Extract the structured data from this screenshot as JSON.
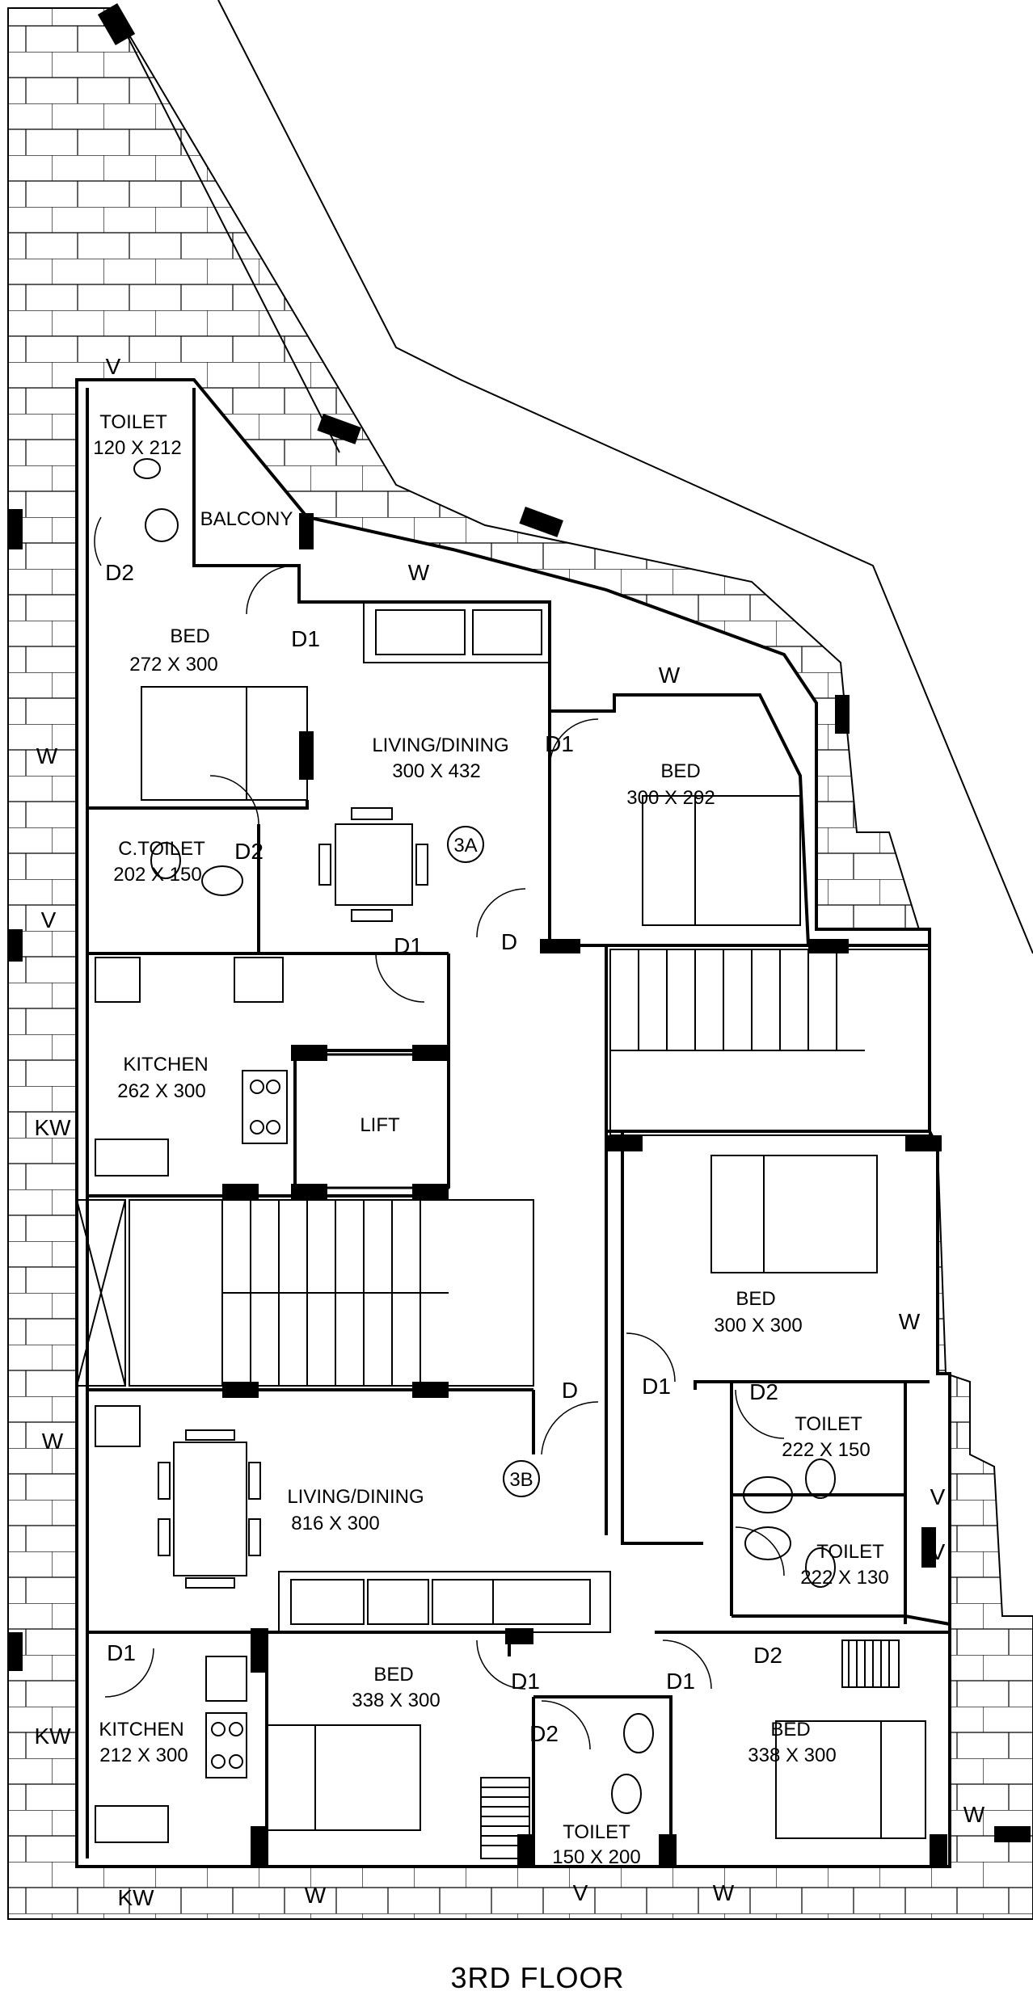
{
  "title": "3RD FLOOR",
  "units": [
    {
      "label": "3A"
    },
    {
      "label": "3B"
    }
  ],
  "rooms": {
    "toilet_3a": {
      "name": "TOILET",
      "size": "120 X 212"
    },
    "balcony": {
      "name": "BALCONY"
    },
    "bed_3a_1": {
      "name": "BED",
      "size": "272 X 300"
    },
    "living_3a": {
      "name": "LIVING/DINING",
      "size": "300 X 432"
    },
    "bed_3a_2": {
      "name": "BED",
      "size": "300 X 292"
    },
    "ctoilet_3a": {
      "name": "C.TOILET",
      "size": "202 X 150"
    },
    "kitchen_3a": {
      "name": "KITCHEN",
      "size": "262 X 300"
    },
    "lift": {
      "name": "LIFT"
    },
    "bed_3b_1": {
      "name": "BED",
      "size": "300 X 300"
    },
    "toilet_3b_1": {
      "name": "TOILET",
      "size": "222 X 150"
    },
    "toilet_3b_2": {
      "name": "TOILET",
      "size": "222 X 130"
    },
    "living_3b": {
      "name": "LIVING/DINING",
      "size": "816 X 300"
    },
    "kitchen_3b": {
      "name": "KITCHEN",
      "size": "212 X 300"
    },
    "bed_3b_2": {
      "name": "BED",
      "size": "338 X 300"
    },
    "toilet_3b_3": {
      "name": "TOILET",
      "size": "150 X 200"
    },
    "bed_3b_3": {
      "name": "BED",
      "size": "338 X 300"
    }
  },
  "openings": {
    "v": "V",
    "w": "W",
    "kw": "KW",
    "d": "D",
    "d1": "D1",
    "d2": "D2"
  },
  "colors": {
    "line": "#000000",
    "background": "#ffffff"
  }
}
